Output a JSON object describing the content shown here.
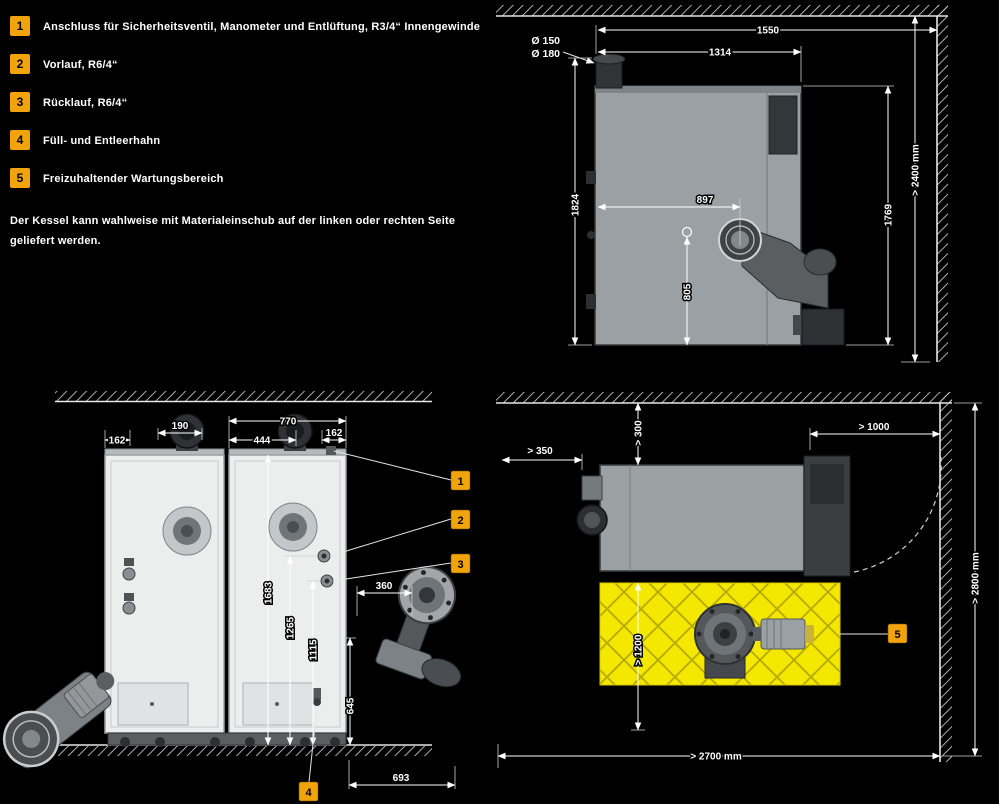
{
  "colors": {
    "background": "#000000",
    "accent": "#F0A30A",
    "text": "#FFFFFF",
    "machine_gray": "#9AA0A3",
    "panel_light": "#ECEEEE",
    "maintenance_yellow": "#F4E800"
  },
  "legend": {
    "items": [
      {
        "num": "1",
        "label": "Anschluss für Sicherheitsventil, Manometer und Entlüftung, R3/4“ Innengewinde"
      },
      {
        "num": "2",
        "label": "Vorlauf, R6/4“"
      },
      {
        "num": "3",
        "label": "Rücklauf, R6/4“"
      },
      {
        "num": "4",
        "label": "Füll- und Entleerhahn"
      },
      {
        "num": "5",
        "label": "Freizuhaltender Wartungsbereich"
      }
    ],
    "note": "Der Kessel kann wahlweise mit Materialeinschub auf der linken oder rechten Seite geliefert werden."
  },
  "side_view": {
    "dims": {
      "w1550": "1550",
      "w1314": "1314",
      "dia150": "Ø 150",
      "dia180": "Ø 180",
      "h1824": "1824",
      "w897": "897",
      "h805": "805",
      "h1769": "1769",
      "clearance": "> 2400 mm"
    }
  },
  "front_view": {
    "dims": {
      "w770": "770",
      "w162l": "162",
      "w190": "190",
      "w444": "444",
      "w162r": "162",
      "h1683": "1683",
      "h1265": "1265",
      "h1115": "1115",
      "w360": "360",
      "h645": "645",
      "w693": "693"
    },
    "callouts": {
      "c1": "1",
      "c2": "2",
      "c3": "3",
      "c4": "4"
    }
  },
  "plan_view": {
    "dims": {
      "left": "> 350",
      "top": "> 300",
      "door": "> 1000",
      "front": "> 1200",
      "depth": "> 2800 mm",
      "width": "> 2700 mm"
    },
    "callouts": {
      "c5": "5"
    }
  }
}
